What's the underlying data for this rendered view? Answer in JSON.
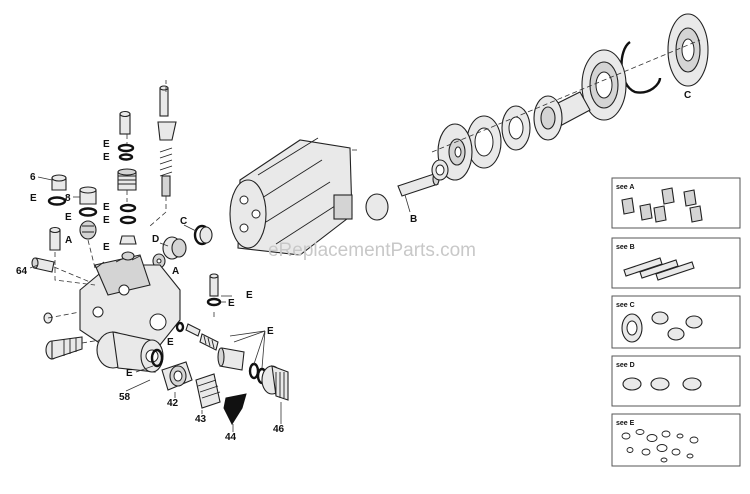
{
  "labels": {
    "l6": "6",
    "l8": "8",
    "l64": "64",
    "l58": "58",
    "l42": "42",
    "l43": "43",
    "l44": "44",
    "l46": "46",
    "lA1": "A",
    "lA2": "A",
    "lB": "B",
    "lC1": "C",
    "lC2": "C",
    "lD": "D",
    "lE1": "E",
    "lE2": "E",
    "lE3": "E",
    "lE4": "E",
    "lE5": "E",
    "lE6": "E",
    "lE7": "E",
    "lE8": "E",
    "lE9": "E",
    "lE10": "E",
    "lE11": "E",
    "lE12": "E"
  },
  "kits": {
    "a": "see A",
    "b": "see B",
    "c": "see C",
    "d": "see D",
    "e": "see E"
  },
  "watermark": "eReplacementParts.com"
}
